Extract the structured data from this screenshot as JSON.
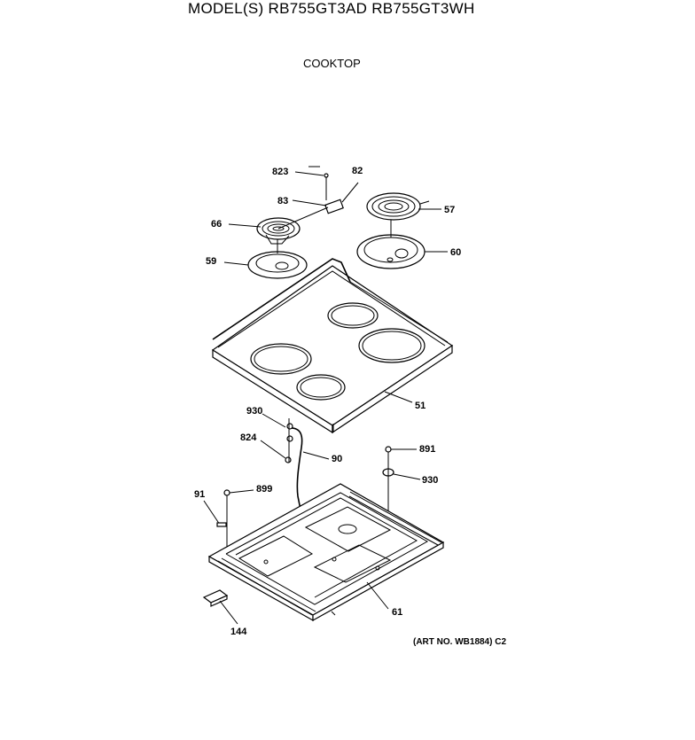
{
  "header": {
    "models": "MODEL(S) RB755GT3AD  RB755GT3WH",
    "subtitle": "COOKTOP",
    "corner": "▔▔▔▔▔▔▔▔▔"
  },
  "footer": {
    "art_number": "(ART NO. WB1884) C2"
  },
  "part_labels": {
    "p823": "823",
    "p82": "82",
    "p83": "83",
    "p66": "66",
    "p57": "57",
    "p59": "59",
    "p60": "60",
    "p51": "51",
    "p930a": "930",
    "p824": "824",
    "p90": "90",
    "p891": "891",
    "p930b": "930",
    "p91": "91",
    "p899": "899",
    "p61": "61",
    "p144": "144"
  }
}
